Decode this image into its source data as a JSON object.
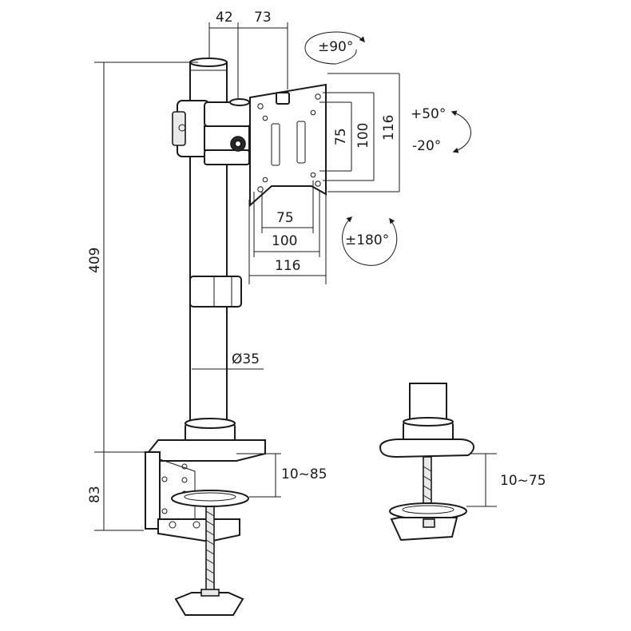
{
  "dimensions": {
    "top_offset": "42",
    "top_width": "73",
    "vesa_v75": "75",
    "vesa_v100": "100",
    "vesa_v116": "116",
    "vesa_h75": "75",
    "vesa_h100": "100",
    "vesa_h116": "116",
    "pole_height": "409",
    "clamp_height": "83",
    "pole_diameter": "Ø35",
    "clamp_range": "10~85",
    "grommet_range": "10~75"
  },
  "rotations": {
    "swivel": "±90°",
    "tilt_up": "+50°",
    "tilt_down": "-20°",
    "pan": "±180°"
  }
}
